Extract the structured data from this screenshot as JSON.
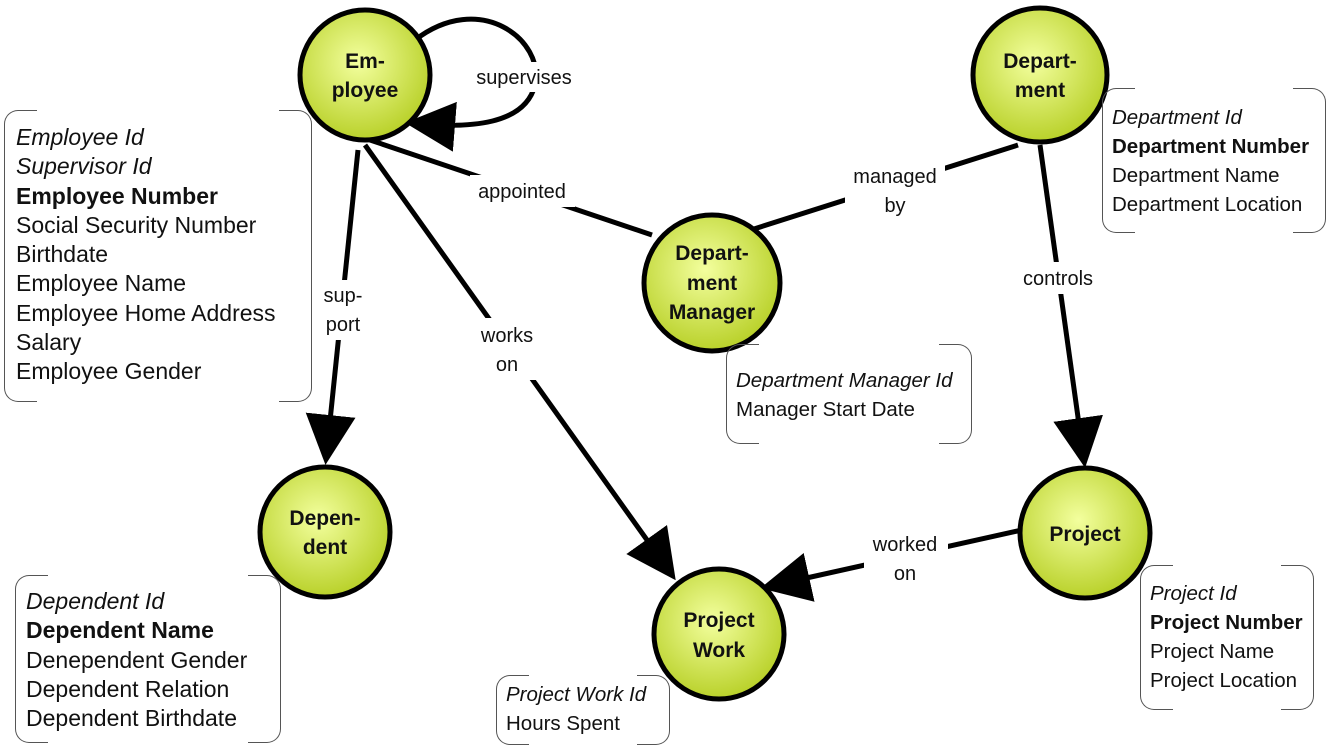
{
  "diagram": {
    "colors": {
      "node_fill_center": "#f3ff9e",
      "node_fill_edge": "#b9d12a",
      "line": "#000000",
      "box_border": "#555555"
    },
    "nodes": {
      "employee": {
        "line1": "Em-",
        "line2": "ployee"
      },
      "department": {
        "line1": "Depart-",
        "line2": "ment"
      },
      "dept_manager": {
        "line1": "Depart-",
        "line2": "ment",
        "line3": "Manager"
      },
      "dependent": {
        "line1": "Depen-",
        "line2": "dent"
      },
      "project": {
        "line1": "Project"
      },
      "project_work": {
        "line1": "Project",
        "line2": "Work"
      }
    },
    "relationships": {
      "supervises": {
        "line1": "supervises"
      },
      "appointed": {
        "line1": "appointed"
      },
      "managed_by": {
        "line1": "managed",
        "line2": "by"
      },
      "support": {
        "line1": "sup-",
        "line2": "port"
      },
      "works_on": {
        "line1": "works",
        "line2": "on"
      },
      "controls": {
        "line1": "controls"
      },
      "worked_on": {
        "line1": "worked",
        "line2": "on"
      }
    },
    "attribute_boxes": {
      "employee": [
        {
          "text": "Employee Id",
          "style": "italic"
        },
        {
          "text": "Supervisor Id",
          "style": "italic"
        },
        {
          "text": "Employee Number",
          "style": "bold"
        },
        {
          "text": "Social Security Number",
          "style": "normal"
        },
        {
          "text": "Birthdate",
          "style": "normal"
        },
        {
          "text": "Employee Name",
          "style": "normal"
        },
        {
          "text": "Employee Home Address",
          "style": "normal"
        },
        {
          "text": "Salary",
          "style": "normal"
        },
        {
          "text": "Employee Gender",
          "style": "normal"
        }
      ],
      "department": [
        {
          "text": "Department Id",
          "style": "italic"
        },
        {
          "text": "Department Number",
          "style": "bold"
        },
        {
          "text": "Department Name",
          "style": "normal"
        },
        {
          "text": "Department Location",
          "style": "normal"
        }
      ],
      "dept_manager": [
        {
          "text": "Department Manager Id",
          "style": "italic"
        },
        {
          "text": "Manager Start Date",
          "style": "normal"
        }
      ],
      "dependent": [
        {
          "text": "Dependent Id",
          "style": "italic"
        },
        {
          "text": "Dependent Name",
          "style": "bold"
        },
        {
          "text": "Denependent Gender",
          "style": "normal"
        },
        {
          "text": "Dependent Relation",
          "style": "normal"
        },
        {
          "text": "Dependent Birthdate",
          "style": "normal"
        }
      ],
      "project": [
        {
          "text": "Project Id",
          "style": "italic"
        },
        {
          "text": "Project Number",
          "style": "bold"
        },
        {
          "text": "Project Name",
          "style": "normal"
        },
        {
          "text": "Project Location",
          "style": "normal"
        }
      ],
      "project_work": [
        {
          "text": "Project Work Id",
          "style": "italic"
        },
        {
          "text": "Hours Spent",
          "style": "normal"
        }
      ]
    }
  }
}
